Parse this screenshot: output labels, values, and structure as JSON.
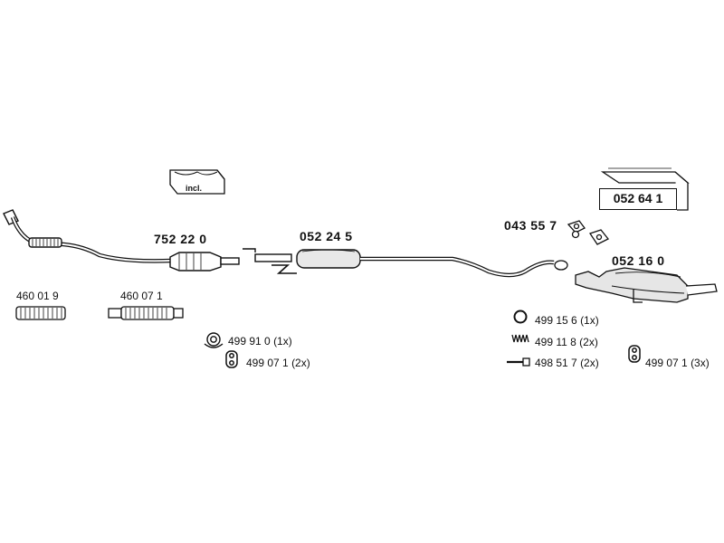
{
  "parts": {
    "manifold_pipe": "",
    "catalyst": "752 22 0",
    "front_silencer": "052 24 5",
    "clamp": "043 55 7",
    "rear_silencer": "052 16 0",
    "mounting_kit": "052 64 1",
    "kit_note": "incl.",
    "flex_pipe_a": "460 01 9",
    "flex_pipe_b": "460 07 1"
  },
  "accessories": [
    {
      "code": "499 91 0",
      "qty": "(1x)",
      "icon": "gasket-ring-icon"
    },
    {
      "code": "499 07 1",
      "qty": "(2x)",
      "icon": "rubber-hanger-icon"
    },
    {
      "code": "499 15 6",
      "qty": "(1x)",
      "icon": "ring-gasket-icon"
    },
    {
      "code": "499 11 8",
      "qty": "(2x)",
      "icon": "spring-icon"
    },
    {
      "code": "498 51 7",
      "qty": "(2x)",
      "icon": "bolt-icon"
    },
    {
      "code": "499 07 1",
      "qty": "(3x)",
      "icon": "rubber-hanger-icon"
    }
  ]
}
